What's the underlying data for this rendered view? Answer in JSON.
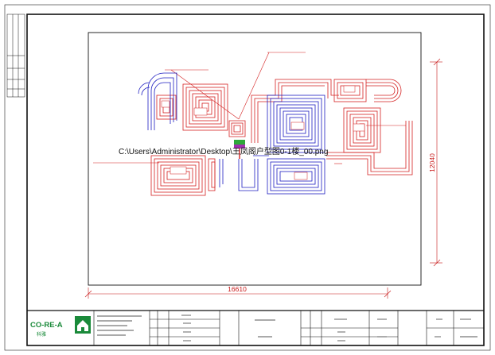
{
  "drawing": {
    "dimension_width": "16610",
    "dimension_height": "12040",
    "file_path": "C:\\Users\\Administrator\\Desktop\\王凤阁户型图0-1楼_00.png"
  },
  "title_block": {
    "brand": "CO-RE-A",
    "brand_sub": "科雅"
  },
  "colors": {
    "red_loop": "#d42020",
    "blue_loop": "#1c1cc0",
    "frame": "#111111"
  }
}
